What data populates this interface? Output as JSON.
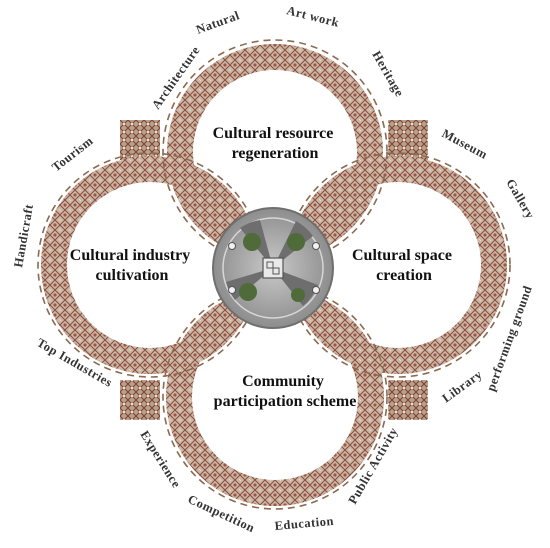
{
  "diagram": {
    "circles": [
      {
        "id": "top",
        "lines": [
          "Cultural  resource",
          "regeneration"
        ]
      },
      {
        "id": "left",
        "lines": [
          "Cultural industry",
          "cultivation"
        ]
      },
      {
        "id": "right",
        "lines": [
          "Cultural space",
          "creation"
        ]
      },
      {
        "id": "bottom",
        "lines": [
          "Community",
          "participation scheme"
        ]
      }
    ],
    "ring_words": [
      "Architecture",
      "Natural",
      "Art work",
      "Heritage",
      "Museum",
      "Gallery",
      "performing ground",
      "Library",
      "Public Activity",
      "Education",
      "Competition",
      "Experience",
      "Top Industries",
      "Handicraft",
      "Tourism"
    ],
    "colors": {
      "ring_base": "#c9b7a6",
      "ring_pattern": "#8c4a3c",
      "ring_light": "#e6dbd1",
      "dashed": "#8b6a4e",
      "hub_outer": "#8f8f8f",
      "hub_inner": "#b5b5b5",
      "hub_sector": "#6e6e6e",
      "tree": "#4f6b3a"
    }
  }
}
